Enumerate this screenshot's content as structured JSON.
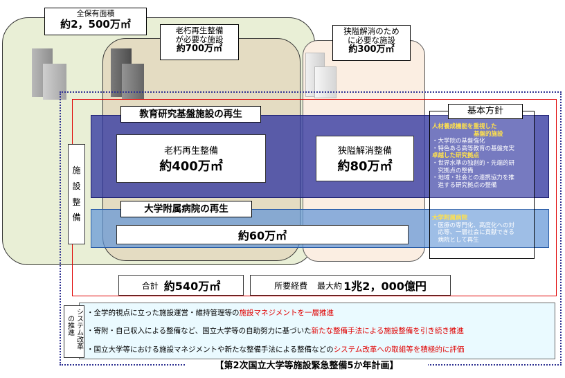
{
  "total_area": {
    "title": "全保有面積",
    "value": "約2，500万㎡"
  },
  "aging_area": {
    "line1": "老朽再生整備",
    "line2": "が必要な施設",
    "value": "約700万㎡"
  },
  "crowded_area": {
    "line1": "狭隘解消のため",
    "line2": "に必要な施設",
    "value": "約300万㎡"
  },
  "facility_label": [
    "施",
    "設",
    "整",
    "備"
  ],
  "edu_band": {
    "title": "教育研究基盤施設の再生"
  },
  "aging_box": {
    "label": "老朽再生整備",
    "value": "約400万㎡"
  },
  "crowded_box": {
    "label": "狭隘解消整備",
    "value": "約80万㎡"
  },
  "hospital_band": {
    "title": "大学附属病院の再生",
    "value": "約60万㎡"
  },
  "policy": {
    "title": "基本方針",
    "edu_lines": [
      "人材養成機能を重視した",
      "基盤的施設",
      "・大学院の基盤強化",
      "・特色ある高等教育の基盤充実",
      "卓越した研究拠点",
      "・世界水準の独創的・先端的研",
      "　究拠点の整備",
      "・地域・社会との連携協力を推",
      "　進する研究拠点の整備"
    ],
    "hosp_lines": [
      "大学附属病院",
      "・医療の専門化、高度化への対",
      "　応等、一層社会に貢献できる",
      "　病院として再生"
    ]
  },
  "totals": {
    "total_label": "合計",
    "total_value": "約540万㎡",
    "cost_label": "所要経費",
    "cost_prefix": "最大約",
    "cost_value": "1兆2，000億円"
  },
  "system": {
    "label": [
      "システム改革",
      "の推進"
    ],
    "lines": [
      {
        "pre": "・全学的視点に立った施設運営・維持管理等の",
        "red": "施設マネジメントを一層推進",
        "post": ""
      },
      {
        "pre": "・寄附・自己収入による整備など、国立大学等の自助努力に基づいた",
        "red": "新たな整備手法による施設整備を引き続き推進",
        "post": ""
      },
      {
        "pre": "・国立大学等における施設マネジメントや新たな整備手法による整備などの",
        "red": "システム改革への取組等を積極的に評価",
        "post": ""
      }
    ]
  },
  "plan_title": "【第2次国立大学等施設緊急整備5か年計画】",
  "colors": {
    "green_bg": "#e9efd6",
    "tan_bg": "#e7dfc6",
    "peach_bg": "#fbeee2",
    "navy": "#2e3192",
    "band_blue": "#3a3f9e",
    "band_light": "#6f9fd8",
    "red": "#e00000",
    "yellow": "#ffe14d",
    "cyan_bg": "#eafaff"
  }
}
